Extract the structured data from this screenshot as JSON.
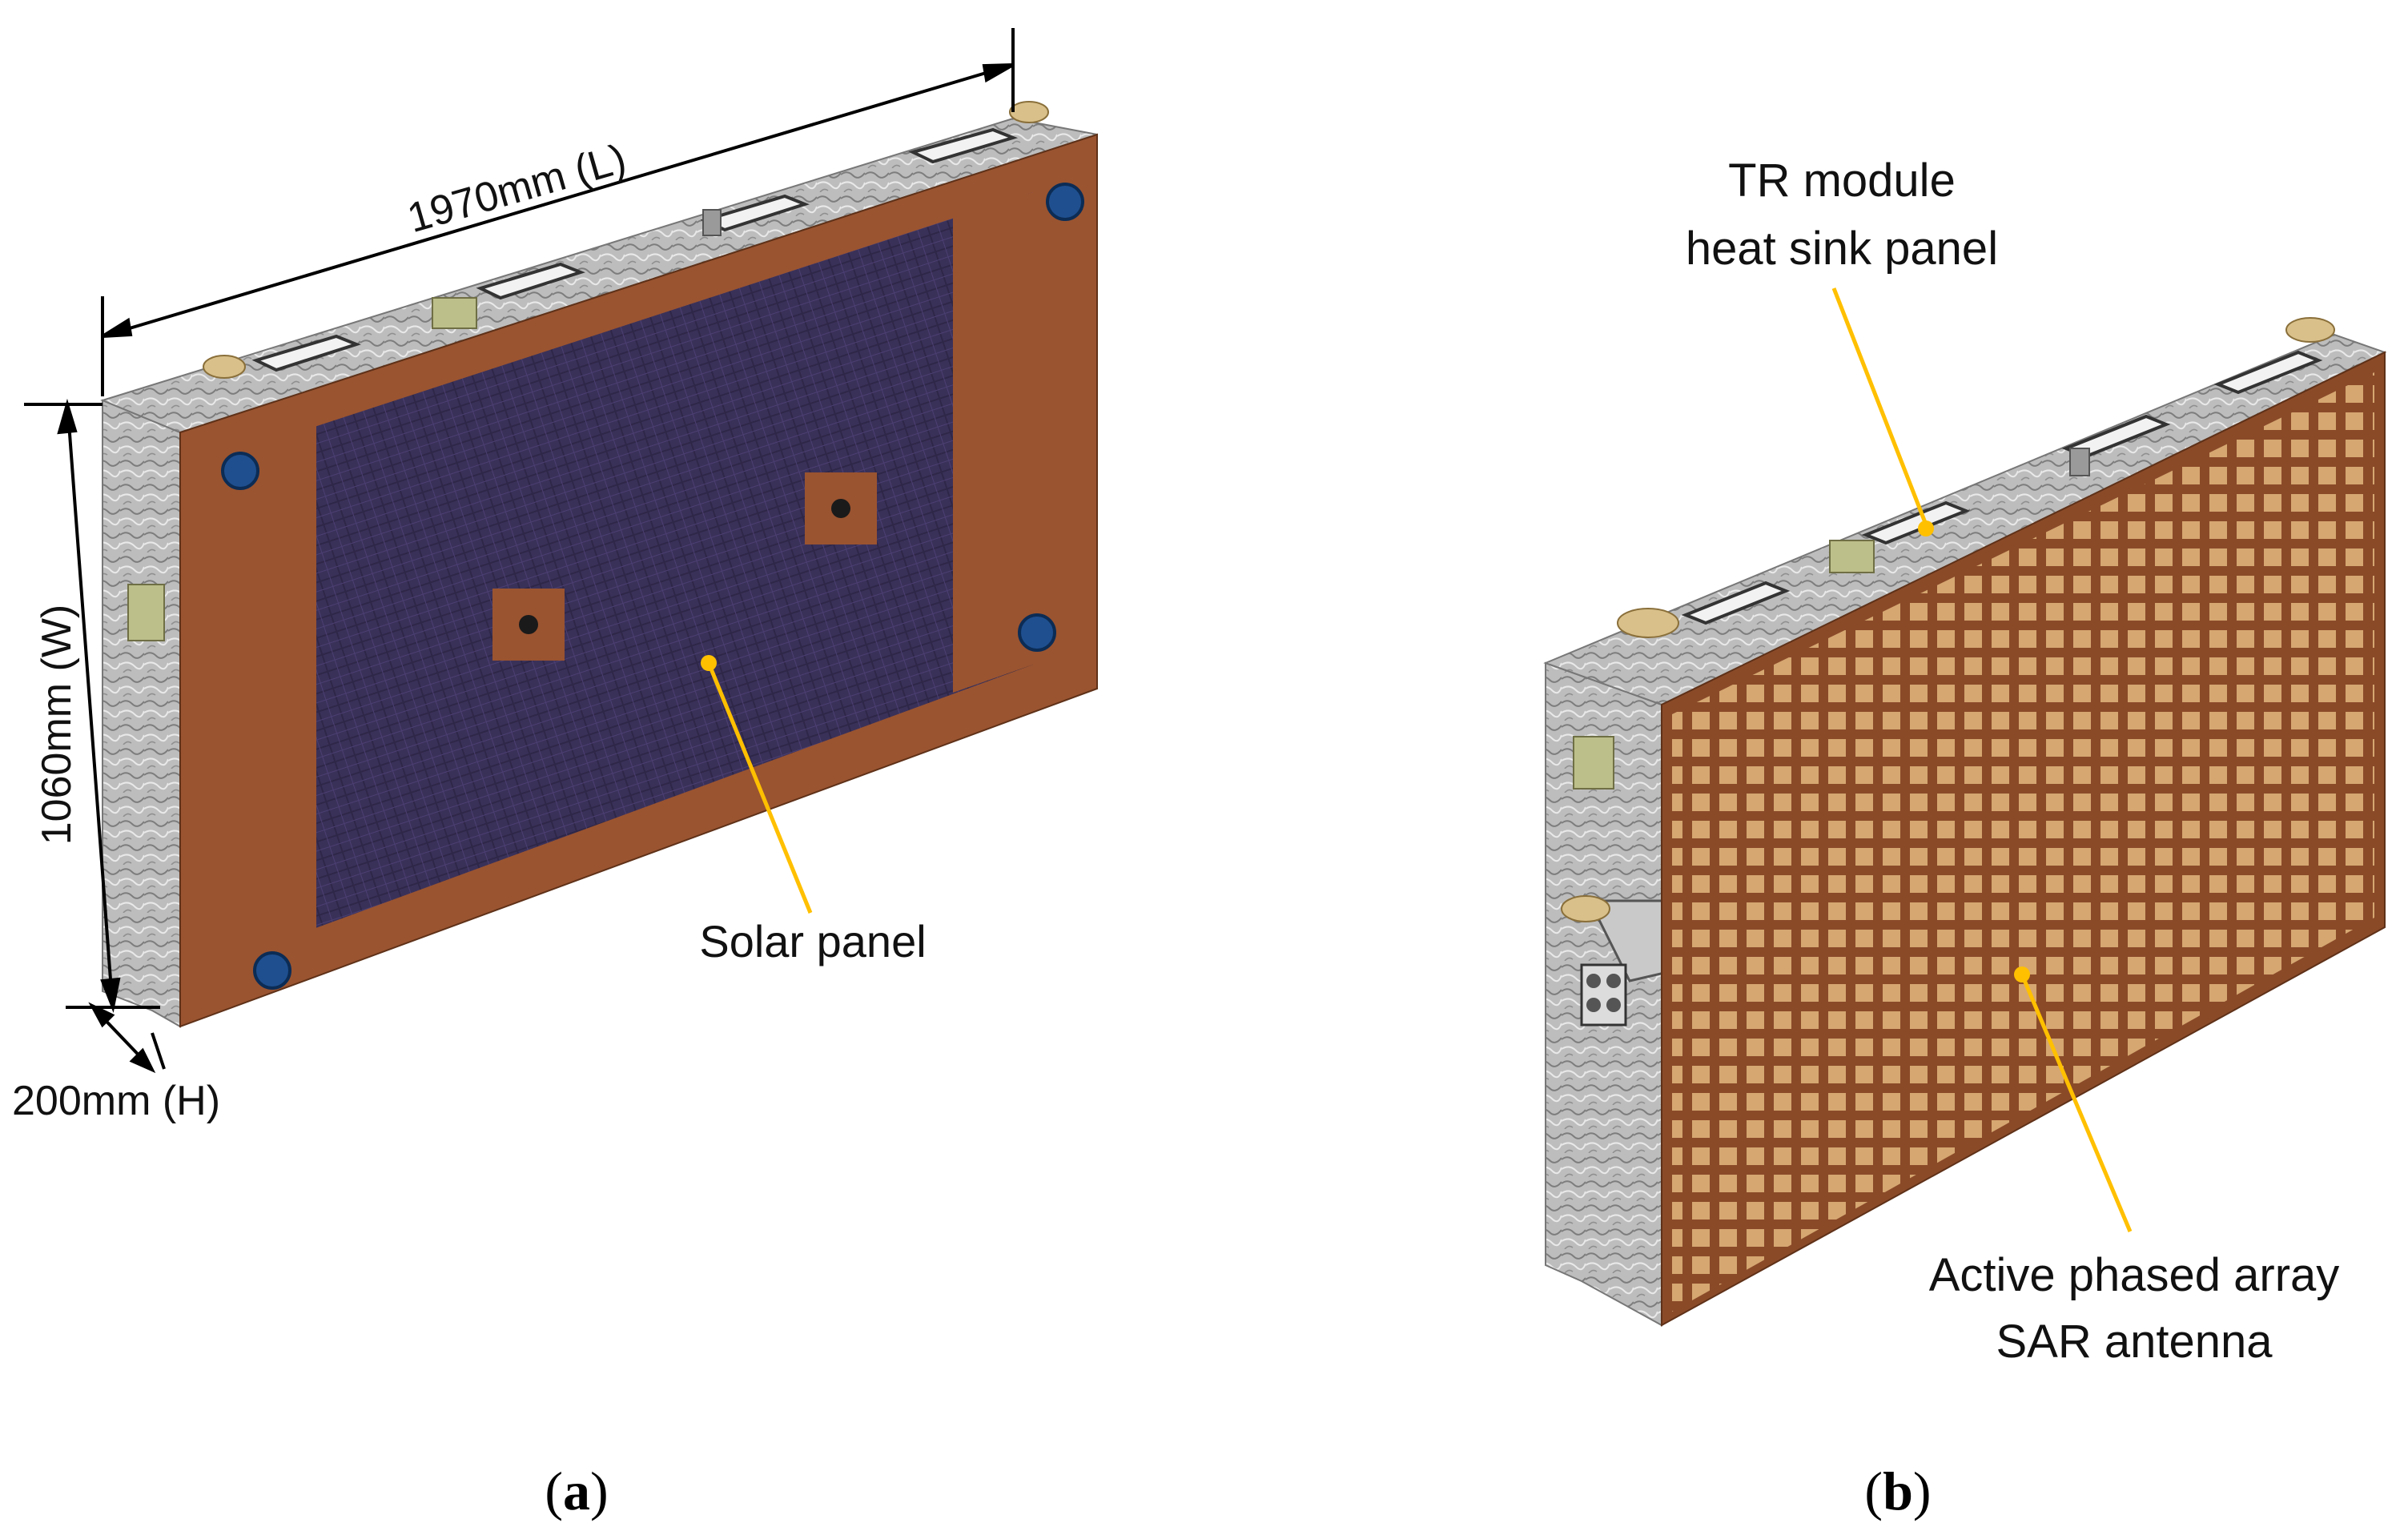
{
  "figure_a": {
    "dim_length": "1970mm (L)",
    "dim_width": "1060mm (W)",
    "dim_height": "200mm (H)",
    "callout_solar": "Solar panel",
    "caption_open": "(",
    "caption_letter": "a",
    "caption_close": ")"
  },
  "figure_b": {
    "callout_tr_line1": "TR module",
    "callout_tr_line2": "heat sink panel",
    "callout_sar_line1": "Active phased array",
    "callout_sar_line2": "SAR antenna",
    "caption_open": "(",
    "caption_letter": "b",
    "caption_close": ")"
  },
  "colors": {
    "callout_line": "#ffc000",
    "frame_brown": "#9a5430",
    "solar_cell": "#2f2748",
    "antenna_patch": "#d6a771",
    "metal_gray": "#b9b9b9"
  }
}
